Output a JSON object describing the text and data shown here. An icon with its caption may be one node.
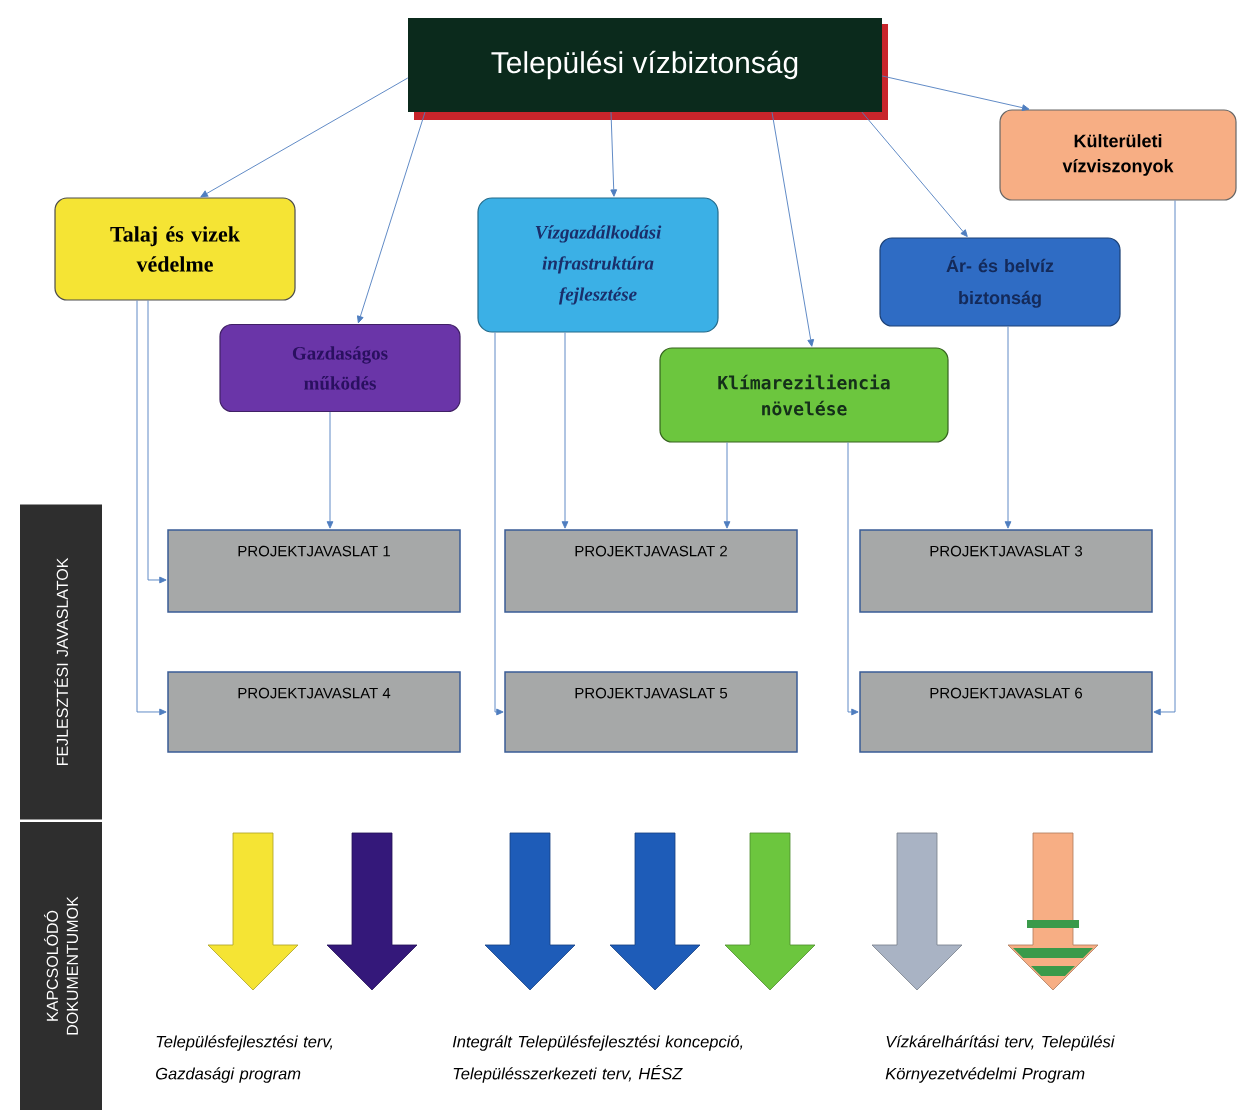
{
  "diagram": {
    "nodes": [
      {
        "text": [
          "Települési vízbiztonság"
        ]
      },
      {
        "text": [
          "Talaj és vizek védelme"
        ]
      },
      {
        "text": [
          "Gazdaságos működés"
        ]
      },
      {
        "text": [
          "Vízgazdálkodási infrastruktúra fejlesztése"
        ]
      },
      {
        "text": [
          "Klímareziliencia növelése"
        ]
      },
      {
        "text": [
          "Ár- és belvíz biztonság"
        ]
      },
      {
        "text": [
          "Külterületi vízviszonyok"
        ]
      },
      {
        "text": [
          "PROJEKTJAVASLAT 1"
        ]
      },
      {
        "text": [
          "PROJEKTJAVASLAT 2"
        ]
      },
      {
        "text": [
          "PROJEKTJAVASLAT 3"
        ]
      },
      {
        "text": [
          "PROJEKTJAVASLAT 4"
        ]
      },
      {
        "text": [
          "PROJEKTJAVASLAT 5"
        ]
      },
      {
        "text": [
          "PROJEKTJAVASLAT 6"
        ]
      },
      {
        "text": [
          "FEJLESZTÉSI JAVASLATOK"
        ]
      },
      {
        "text": [
          "KAPCSOLÓDÓ DOKUMENTUMOK"
        ]
      }
    ],
    "edges": [
      {
        "from": 0,
        "to": 1,
        "arrow": "to"
      },
      {
        "from": 0,
        "to": 2,
        "arrow": "to"
      },
      {
        "from": 0,
        "to": 3,
        "arrow": "to"
      },
      {
        "from": 0,
        "to": 4,
        "arrow": "to"
      },
      {
        "from": 0,
        "to": 5,
        "arrow": "to"
      },
      {
        "from": 0,
        "to": 6,
        "arrow": "to"
      },
      {
        "from": 1,
        "to": 7,
        "arrow": "to"
      },
      {
        "from": 1,
        "to": 10,
        "arrow": "to"
      },
      {
        "from": 2,
        "to": 7,
        "arrow": "to"
      },
      {
        "from": 3,
        "to": 8,
        "arrow": "to"
      },
      {
        "from": 3,
        "to": 11,
        "arrow": "to"
      },
      {
        "from": 4,
        "to": 8,
        "arrow": "to"
      },
      {
        "from": 4,
        "to": 12,
        "arrow": "to"
      },
      {
        "from": 5,
        "to": 9,
        "arrow": "to"
      },
      {
        "from": 6,
        "to": 12,
        "arrow": "to"
      }
    ],
    "labels": [
      "Településfejlesztési terv, Gazdasági program",
      "Integrált Településfejlesztési koncepció, Településszerkezeti terv, HÉSZ",
      "Vízkárelhárítási terv, Települési Környezetvédelmi Program"
    ]
  }
}
